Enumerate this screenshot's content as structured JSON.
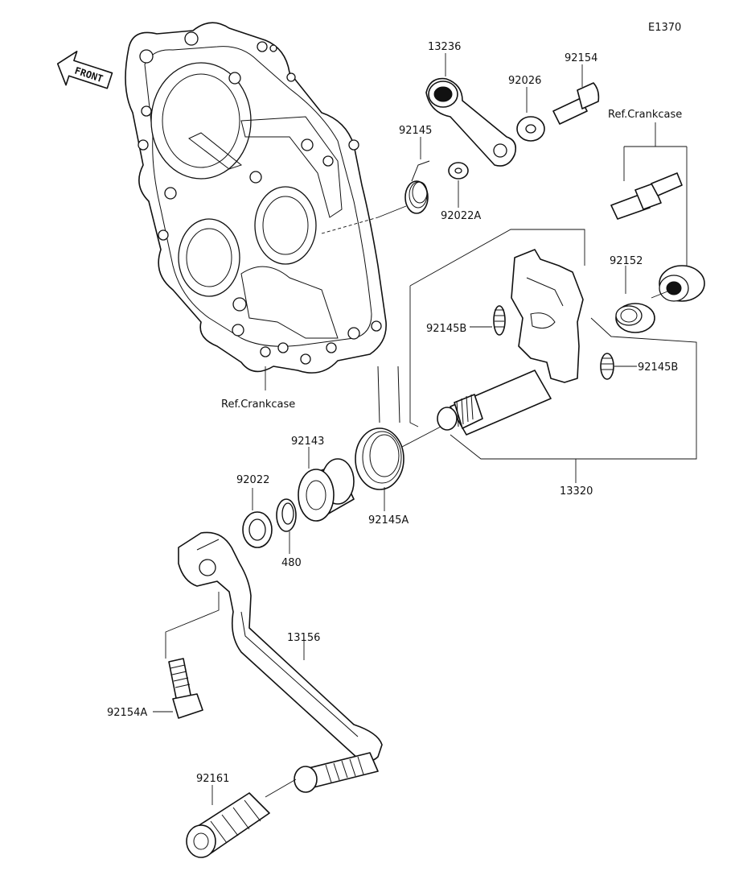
{
  "diagram_code": "E1370",
  "front_label": "FRONT",
  "ref_crankcase_left": "Ref.Crankcase",
  "ref_crankcase_right": "Ref.Crankcase",
  "parts": {
    "p13236": "13236",
    "p92154": "92154",
    "p92026": "92026",
    "p92145": "92145",
    "p92022A": "92022A",
    "p92152": "92152",
    "p92145B_left": "92145B",
    "p92145B_right": "92145B",
    "p13320": "13320",
    "p92143": "92143",
    "p92022": "92022",
    "p480": "480",
    "p92145A": "92145A",
    "p13156": "13156",
    "p92154A": "92154A",
    "p92161": "92161"
  }
}
